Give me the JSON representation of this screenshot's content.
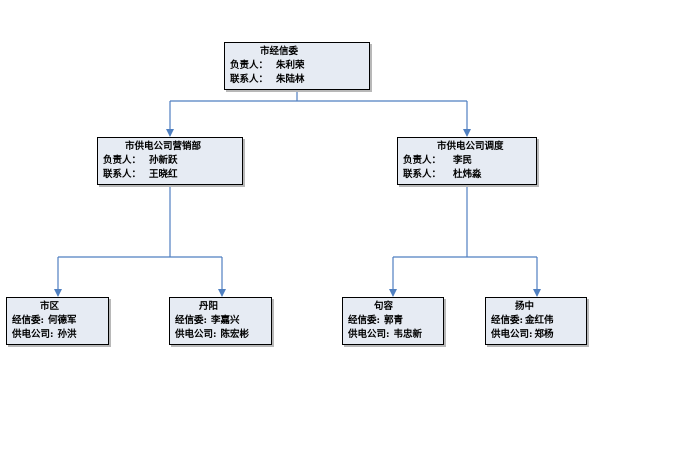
{
  "colors": {
    "node_fill": "#e6ebf3",
    "connector": "#4f7fc0",
    "border": "#000000"
  },
  "nodes": {
    "root": {
      "title": "市经信委",
      "rows": [
        {
          "label": "负责人：",
          "value": "朱利荣"
        },
        {
          "label": "联系人：",
          "value": "朱陆林"
        }
      ]
    },
    "market": {
      "title": "市供电公司营销部",
      "rows": [
        {
          "label": "负责人：",
          "value": "孙新跃"
        },
        {
          "label": "联系人：",
          "value": "王晓红"
        }
      ]
    },
    "dispatch": {
      "title": "市供电公司调度",
      "rows": [
        {
          "label": "负责人：",
          "value": "李民"
        },
        {
          "label": "联系人：",
          "value": "杜炜淼"
        }
      ]
    },
    "shiqu": {
      "title": "市区",
      "rows": [
        {
          "label": "经信委:",
          "value": "何德军"
        },
        {
          "label": "供电公司:",
          "value": "孙洪"
        }
      ]
    },
    "danyang": {
      "title": "丹阳",
      "rows": [
        {
          "label": "经信委:",
          "value": "李嘉兴"
        },
        {
          "label": "供电公司:",
          "value": "陈宏彬"
        }
      ]
    },
    "jurong": {
      "title": "句容",
      "rows": [
        {
          "label": "经信委:",
          "value": "郭青"
        },
        {
          "label": "供电公司:",
          "value": "韦忠新"
        }
      ]
    },
    "yangzhong": {
      "title": "扬中",
      "rows": [
        {
          "label": "经信委:",
          "value": "金红伟"
        },
        {
          "label": "供电公司:",
          "value": "郑杨"
        }
      ]
    }
  }
}
